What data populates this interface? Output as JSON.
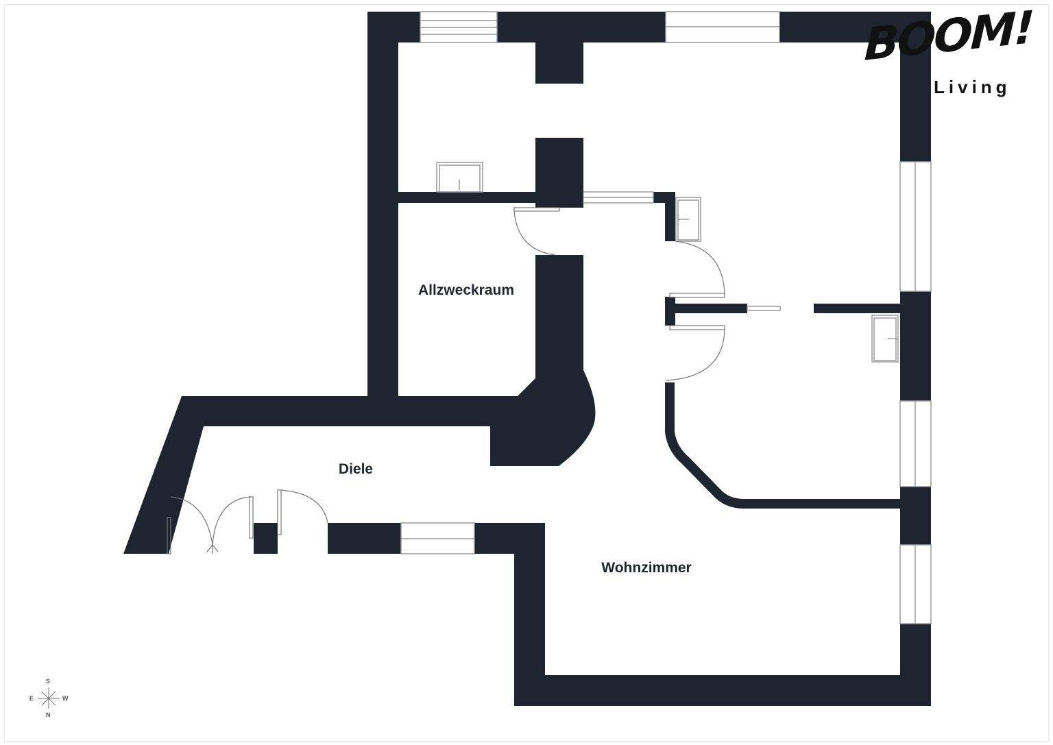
{
  "brand": {
    "name": "BOOM!",
    "subtitle": "Living"
  },
  "rooms": [
    {
      "label": "Allzweckraum"
    },
    {
      "label": "Diele"
    },
    {
      "label": "Wohnzimmer"
    }
  ],
  "compass": {
    "top": "S",
    "left": "E",
    "right": "W",
    "bottom": "N"
  },
  "colors": {
    "wall": "#1e2530",
    "fixture": "#9a9a9a"
  }
}
